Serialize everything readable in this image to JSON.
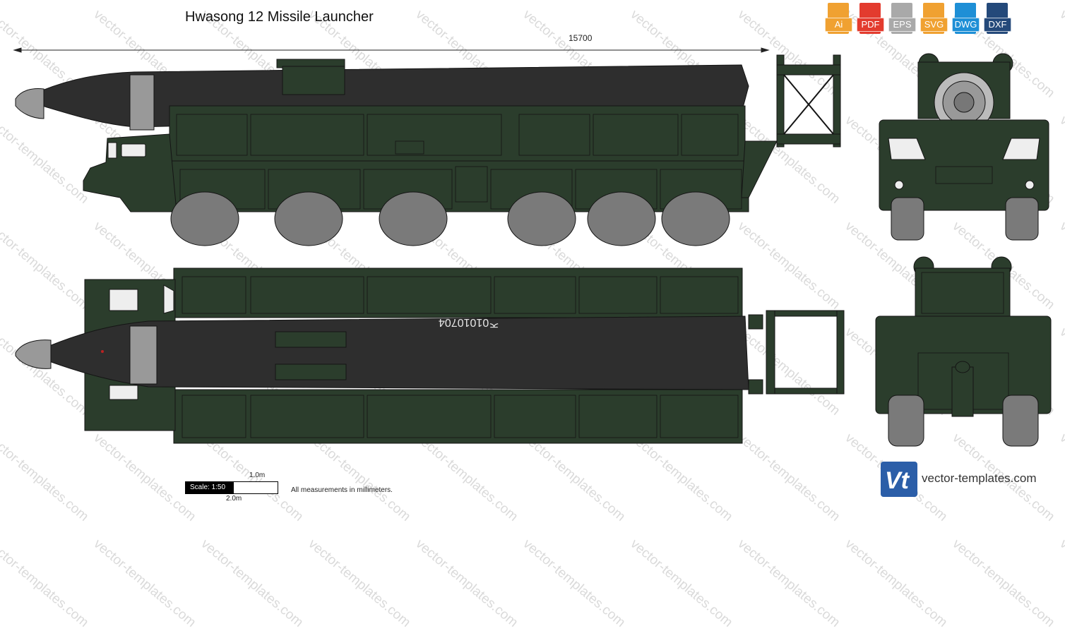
{
  "title": "Hwasong 12 Missile Launcher",
  "dimension": {
    "length_label": "15700"
  },
  "formats": [
    {
      "label": "Ai",
      "color": "#f0a131"
    },
    {
      "label": "PDF",
      "color": "#e33b2e"
    },
    {
      "label": "EPS",
      "color": "#a9a9a9"
    },
    {
      "label": "SVG",
      "color": "#f0a131"
    },
    {
      "label": "DWG",
      "color": "#1e8fd6"
    },
    {
      "label": "DXF",
      "color": "#24497a"
    }
  ],
  "scale": {
    "ratio_label": "Scale: 1:50",
    "one_m": "1.0m",
    "two_m": "2.0m",
    "note": "All measurements in millimeters."
  },
  "vehicle": {
    "serial_number": "ᄌ01010704",
    "colors": {
      "body": "#2b3d2c",
      "body_dark": "#1f2b20",
      "missile": "#2e2e2e",
      "nose": "#999999",
      "tire": "#7a7a7a",
      "window": "#eeeeee",
      "line": "#141414"
    }
  },
  "brand": {
    "logo": "Vt",
    "site": "vector-templates.com"
  },
  "watermark": "vector-templates.com"
}
